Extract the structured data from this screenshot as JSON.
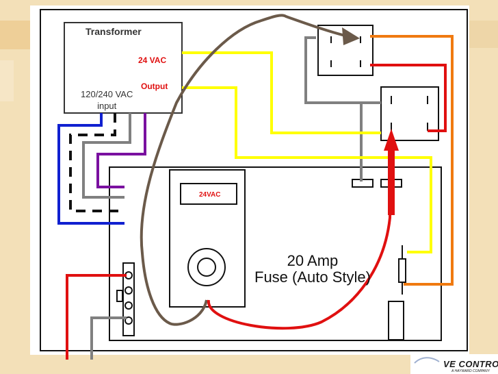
{
  "diagram": {
    "transformer_title": "Transformer",
    "secondary_voltage": "24 VAC",
    "secondary_output": "Output",
    "primary_input_line1": "120/240 VAC",
    "primary_input_line2": "input",
    "meter_reading": "24VAC",
    "fuse_line1": "20 Amp",
    "fuse_line2": "Fuse (Auto Style)"
  },
  "brand": {
    "name": "VE CONTROLS",
    "tagline": "A HAYWARD COMPANY"
  },
  "colors": {
    "background": "#f3e0b8",
    "panel": "#ffffff",
    "line": "#111111",
    "wire_red": "#e01010",
    "wire_orange": "#f07a10",
    "wire_yellow": "#ffff00",
    "wire_blue": "#1020d0",
    "wire_purple": "#7a10a0",
    "wire_gray": "#808080",
    "probe_lead": "#6b5a4a"
  }
}
